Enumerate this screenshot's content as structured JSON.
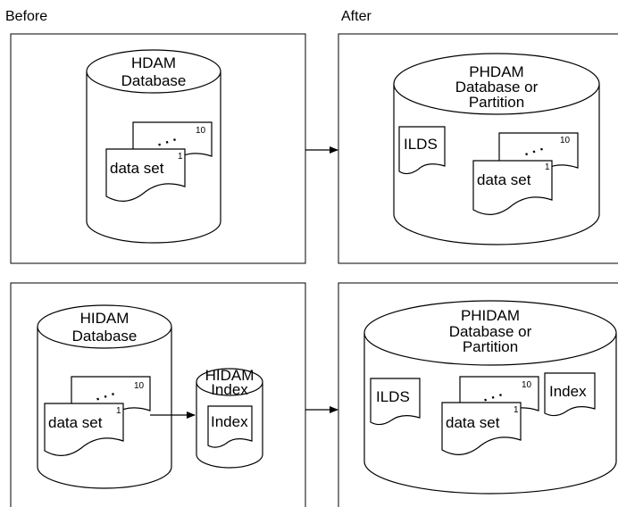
{
  "headings": {
    "before": "Before",
    "after": "After"
  },
  "hdam": {
    "db_label": [
      "HDAM",
      "Database"
    ],
    "dataset": {
      "label": "data set",
      "first": "1",
      "last": "10"
    }
  },
  "phdam": {
    "db_label": [
      "PHDAM",
      "Database or",
      "Partition"
    ],
    "ilds": "ILDS",
    "dataset": {
      "label": "data set",
      "first": "1",
      "last": "10"
    }
  },
  "hidam": {
    "db_label": [
      "HIDAM",
      "Database"
    ],
    "dataset": {
      "label": "data set",
      "first": "1",
      "last": "10"
    },
    "index_db_label": [
      "HIDAM",
      "Index"
    ],
    "index_doc": "Index"
  },
  "phidam": {
    "db_label": [
      "PHIDAM",
      "Database or",
      "Partition"
    ],
    "ilds": "ILDS",
    "index_doc": "Index",
    "dataset": {
      "label": "data set",
      "first": "1",
      "last": "10"
    }
  },
  "continuation_dots": ". . ."
}
